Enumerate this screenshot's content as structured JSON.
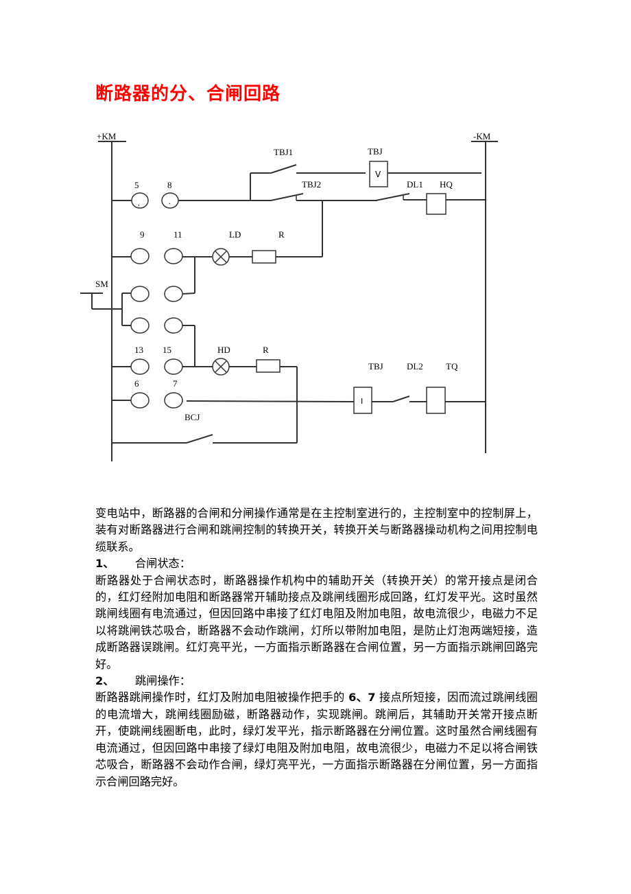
{
  "title": "断路器的分、合闸回路",
  "colors": {
    "title": "#ff0000",
    "line": "#333333"
  },
  "diagram": {
    "bus_positive": "+KM",
    "bus_negative": "-KM",
    "switch_label": "SM",
    "contacts": {
      "c5": "5",
      "c8": "8",
      "c9": "9",
      "c11": "11",
      "c13": "13",
      "c15": "15",
      "c6": "6",
      "c7": "7"
    },
    "components": {
      "tbj1": "TBJ1",
      "tbj2": "TBJ2",
      "tbj_v": "TBJ",
      "tbj_v_symbol": "V",
      "dl1": "DL1",
      "hq": "HQ",
      "ld": "LD",
      "r_top": "R",
      "hd": "HD",
      "r_bottom": "R",
      "bcj": "BCJ",
      "tbj_i": "TBJ",
      "tbj_i_symbol": "I",
      "dl2": "DL2",
      "tq": "TQ"
    }
  },
  "body": {
    "intro": "变电站中，断路器的合闸和分闸操作通常是在主控制室进行的，主控制室中的控制屏上，装有对断路器进行合闸和跳闸控制的转换开关，转换开关与断路器操动机构之间用控制电缆联系。",
    "section1": {
      "num": "1、",
      "title": "合闸状态：",
      "text": "断路器处于合闸状态时，断路器操作机构中的辅助开关（转换开关）的常开接点是闭合的，红灯经附加电阻和断路器常开辅助接点及跳闸线圈形成回路，红灯发平光。这时虽然跳闸线圈有电流通过，但因回路中串接了红灯电阻及附加电阻，故电流很少，电磁力不足以将跳闸铁芯吸合，断路器不会动作跳闸，灯所以带附加电阻，是防止灯泡两端短接，造成断路器误跳闸。红灯亮平光，一方面指示断路器在合闸位置，另一方面指示跳闸回路完好。"
    },
    "section2": {
      "num": "2、",
      "title": "跳闸操作：",
      "text_a": "断路器跳闸操作时，红灯及附加电阻被操作把手的 ",
      "text_bold": "6、7",
      "text_b": " 接点所短接，因而流过跳闸线圈的电流增大，跳闸线圈励磁，断路器动作，实现跳闸。跳闸后，其辅助开关常开接点断开，使跳闸线圈断电，此时，绿灯发平光，指示断路器在分闸位置。这时虽然合闸线圈有电流通过，但因回路中串接了绿灯电阻及附加电阻，故电流很少，电磁力不足以将合闸铁芯吸合，断路器不会动作合闸，绿灯亮平光，一方面指示断路器在分闸位置，另一方面指示合闸回路完好。"
    }
  }
}
